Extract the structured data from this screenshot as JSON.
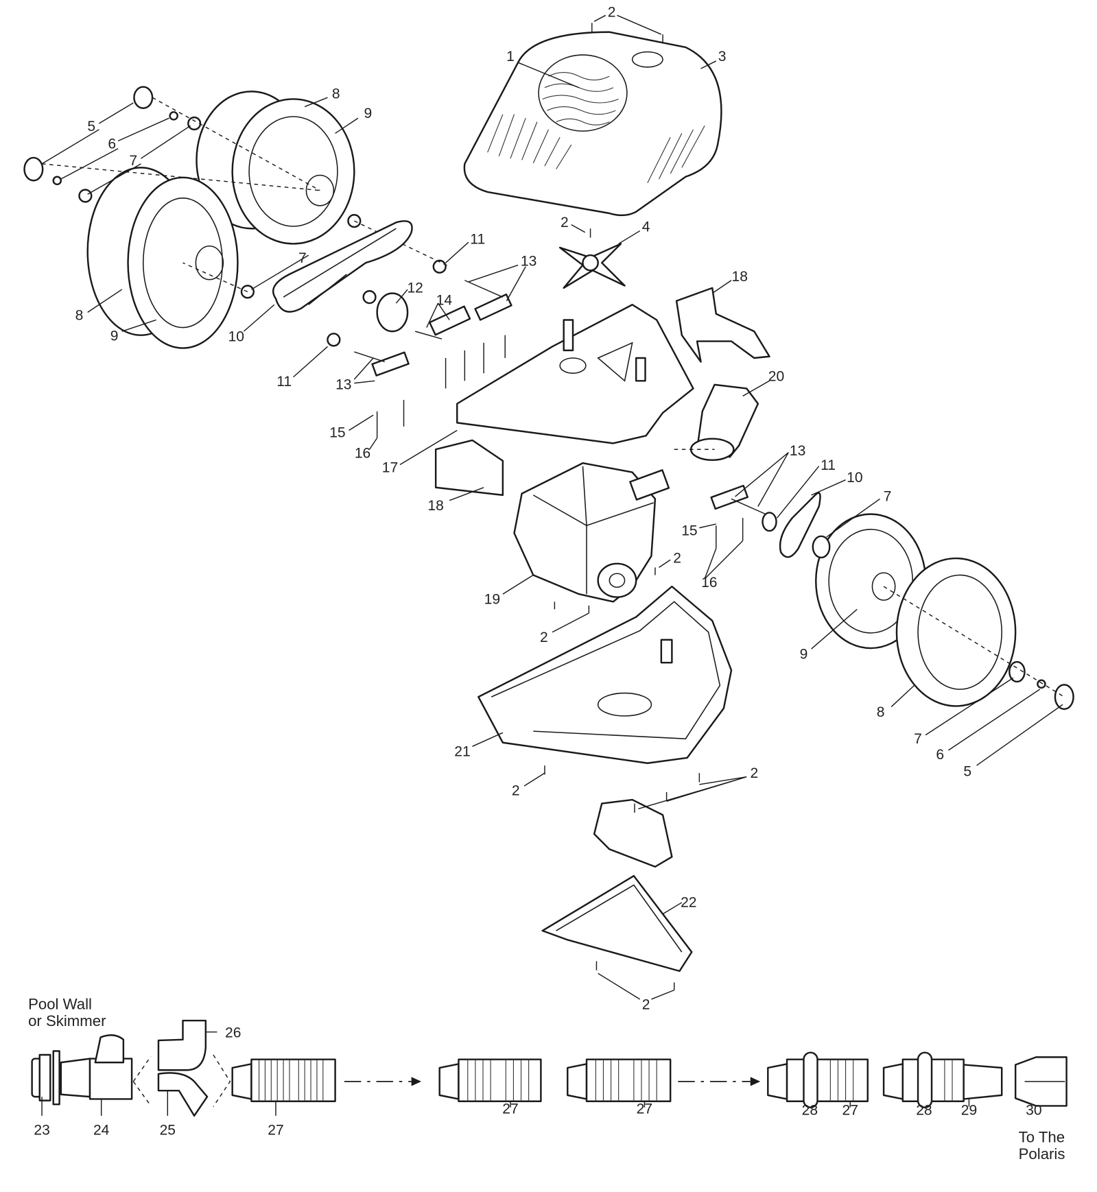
{
  "diagram": {
    "callouts": [
      "1",
      "2",
      "3",
      "8",
      "9",
      "5",
      "6",
      "7",
      "2",
      "4",
      "11",
      "13",
      "7",
      "12",
      "18",
      "14",
      "8",
      "9",
      "10",
      "11",
      "13",
      "20",
      "15",
      "16",
      "17",
      "13",
      "11",
      "10",
      "7",
      "18",
      "15",
      "2",
      "16",
      "19",
      "2",
      "9",
      "8",
      "7",
      "6",
      "21",
      "5",
      "2",
      "2",
      "22",
      "2",
      "26",
      "23",
      "24",
      "25",
      "27",
      "27",
      "27",
      "28",
      "27",
      "28",
      "29",
      "30"
    ],
    "notes": {
      "source_line1": "Pool Wall",
      "source_line2": "or Skimmer",
      "dest_line1": "To The",
      "dest_line2": "Polaris"
    }
  }
}
